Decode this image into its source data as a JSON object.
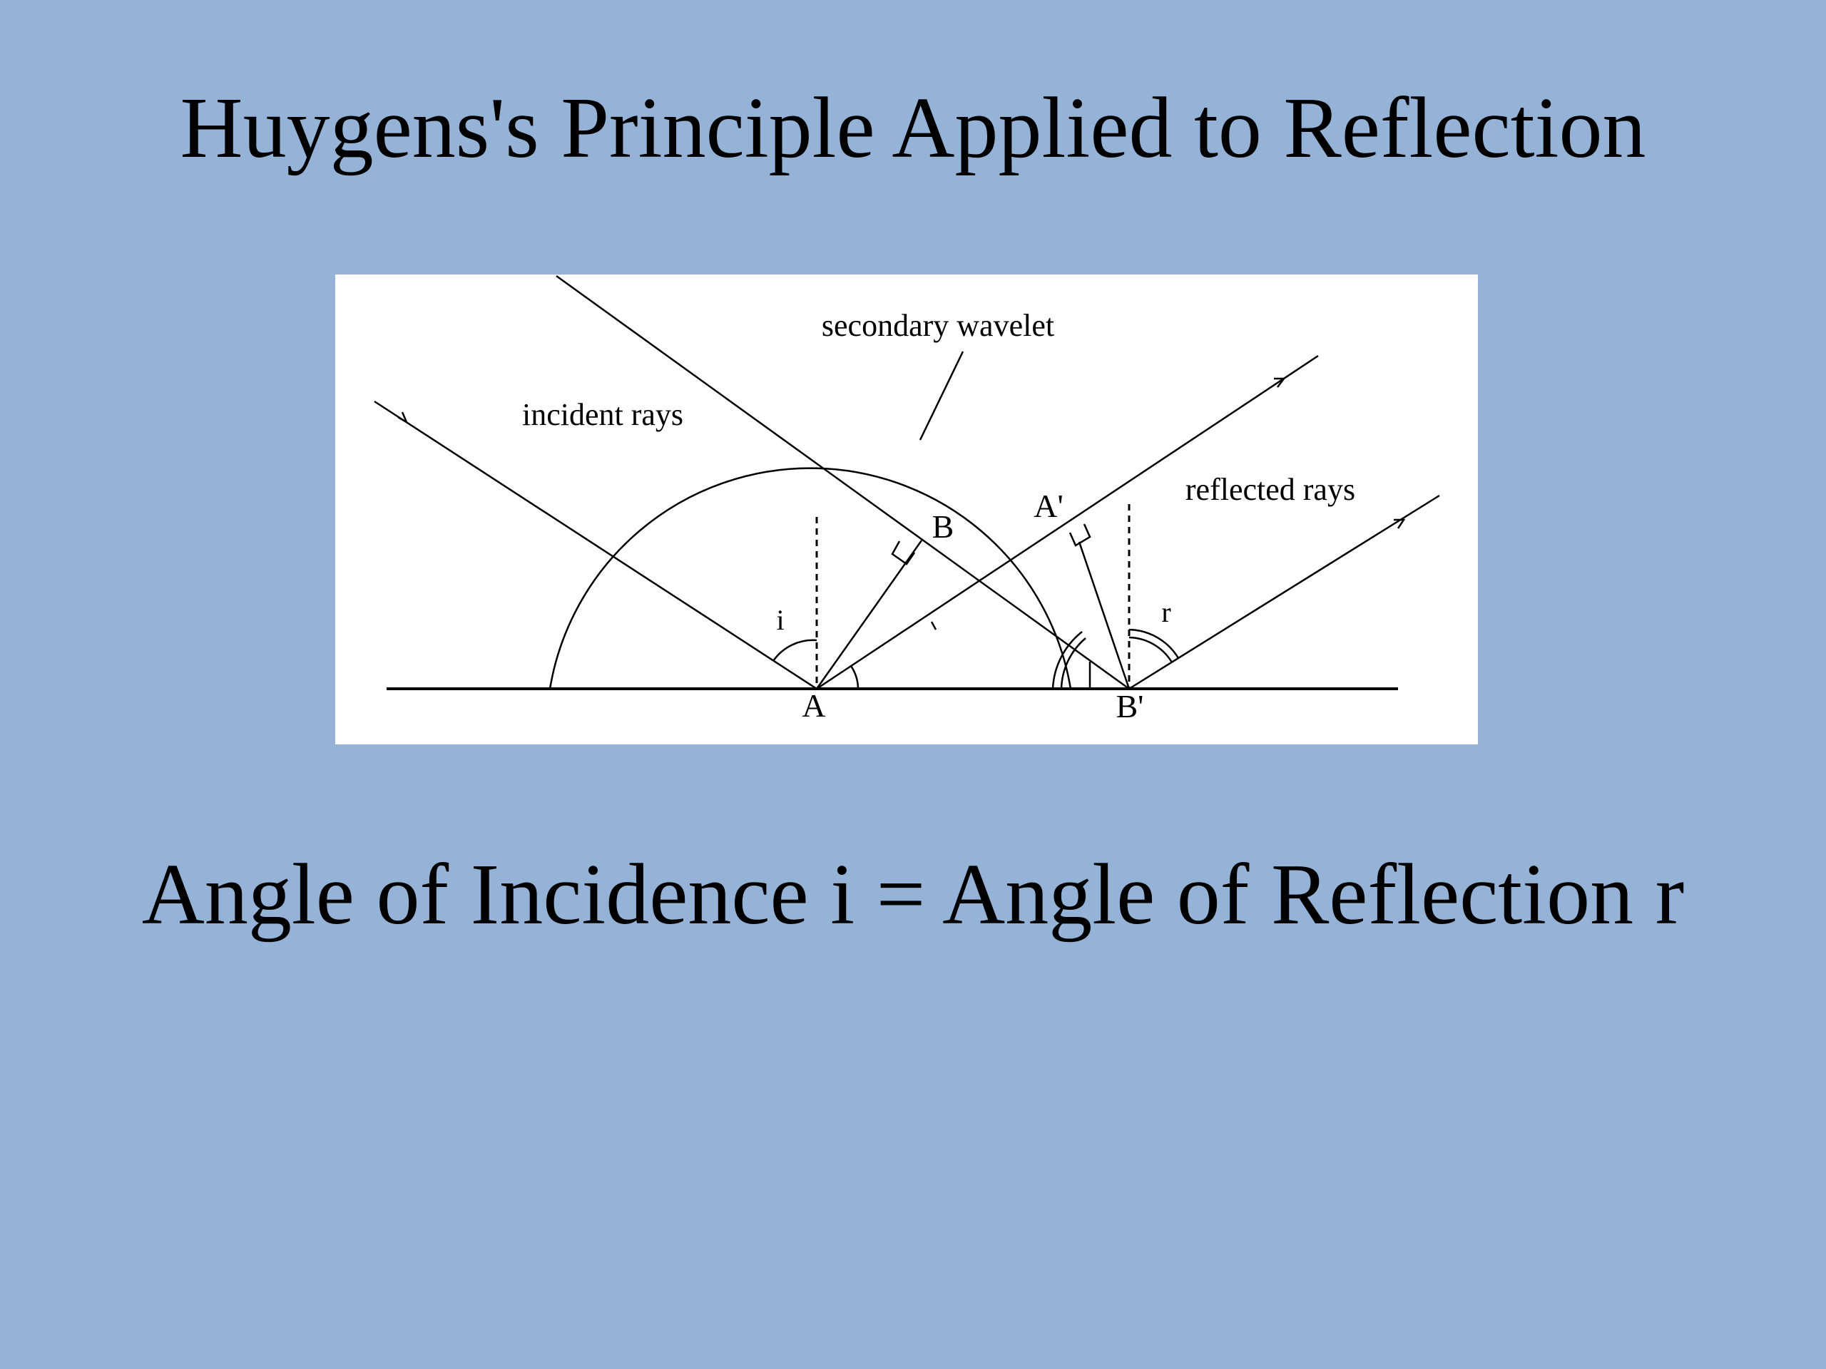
{
  "slide": {
    "title": "Huygens's Principle Applied to Reflection",
    "caption": "Angle of Incidence i = Angle of Reflection r",
    "background_color": "#95b3d7"
  },
  "diagram": {
    "labels": {
      "secondary_wavelet": "secondary wavelet",
      "incident_rays": "incident rays",
      "reflected_rays": "reflected rays",
      "point_a": "A",
      "point_b": "B",
      "point_a_prime": "A'",
      "point_b_prime": "B'",
      "angle_i": "i",
      "angle_r": "r"
    }
  }
}
